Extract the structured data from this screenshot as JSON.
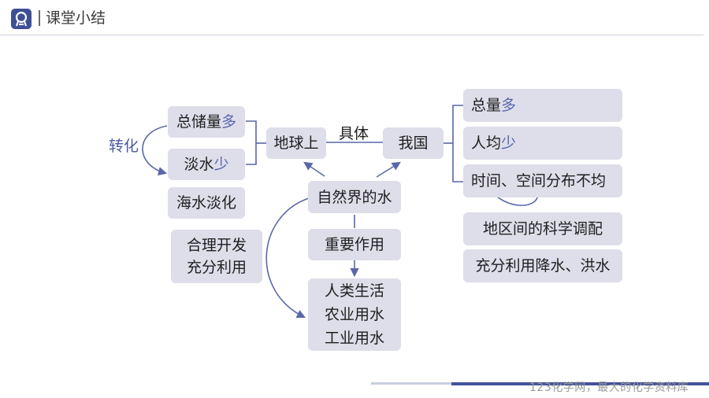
{
  "header": {
    "title": "课堂小结"
  },
  "nodes": {
    "total_storage_text": "总储量",
    "total_storage_hl": "多",
    "freshwater_text": "淡水",
    "freshwater_hl": "少",
    "desalination": "海水淡化",
    "rational_line1": "合理开发",
    "rational_line2": "充分利用",
    "earth": "地球上",
    "china": "我国",
    "natural_water": "自然界的水",
    "important_role": "重要作用",
    "human_life": "人类生活",
    "agri_water": "农业用水",
    "industry_water": "工业用水",
    "total_amount_text": "总量",
    "total_amount_hl": "多",
    "per_capita_text": "人均",
    "per_capita_hl": "少",
    "distribution": "时间、空间分布不均",
    "regional": "地区间的科学调配",
    "utilize_flood": "充分利用降水、洪水"
  },
  "labels": {
    "conversion": "转化",
    "specific": "具体"
  },
  "footer": {
    "watermark": "123化学网，最大的化学资料库"
  },
  "colors": {
    "accent": "#3f4f96",
    "node_bg": "#dedeea",
    "highlight": "#5a67b0",
    "arrow": "#5a67a8"
  }
}
